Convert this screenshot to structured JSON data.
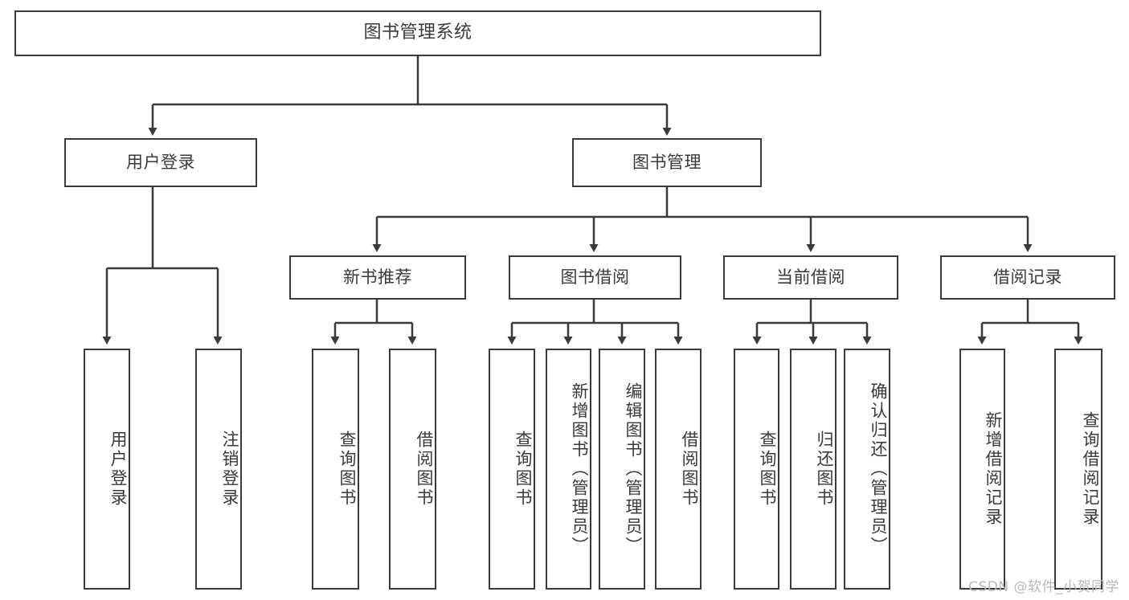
{
  "diagram": {
    "title": "图书管理系统",
    "type": "tree-hierarchy-diagram",
    "colors": {
      "stroke": "#3a3a3a",
      "text": "#3a3a3a",
      "background": "#ffffff",
      "watermark": "#b9b9b9"
    },
    "root": {
      "label": "图书管理系统"
    },
    "level1": [
      {
        "label": "用户登录"
      },
      {
        "label": "图书管理"
      }
    ],
    "level2": [
      {
        "label": "新书推荐"
      },
      {
        "label": "图书借阅"
      },
      {
        "label": "当前借阅"
      },
      {
        "label": "借阅记录"
      }
    ],
    "leaves": {
      "user_login": [
        {
          "label": "用户登录"
        },
        {
          "label": "注销登录"
        }
      ],
      "new_book_recommend": [
        {
          "label": "查询图书"
        },
        {
          "label": "借阅图书"
        }
      ],
      "book_borrow": [
        {
          "label": "查询图书"
        },
        {
          "label": "新增图书（管理员）"
        },
        {
          "label": "编辑图书（管理员）"
        },
        {
          "label": "借阅图书"
        }
      ],
      "current_borrow": [
        {
          "label": "查询图书"
        },
        {
          "label": "归还图书"
        },
        {
          "label": "确认归还（管理员）"
        }
      ],
      "borrow_records": [
        {
          "label": "新增借阅记录"
        },
        {
          "label": "查询借阅记录"
        }
      ]
    },
    "watermark": "CSDN @软件_小贺同学"
  }
}
